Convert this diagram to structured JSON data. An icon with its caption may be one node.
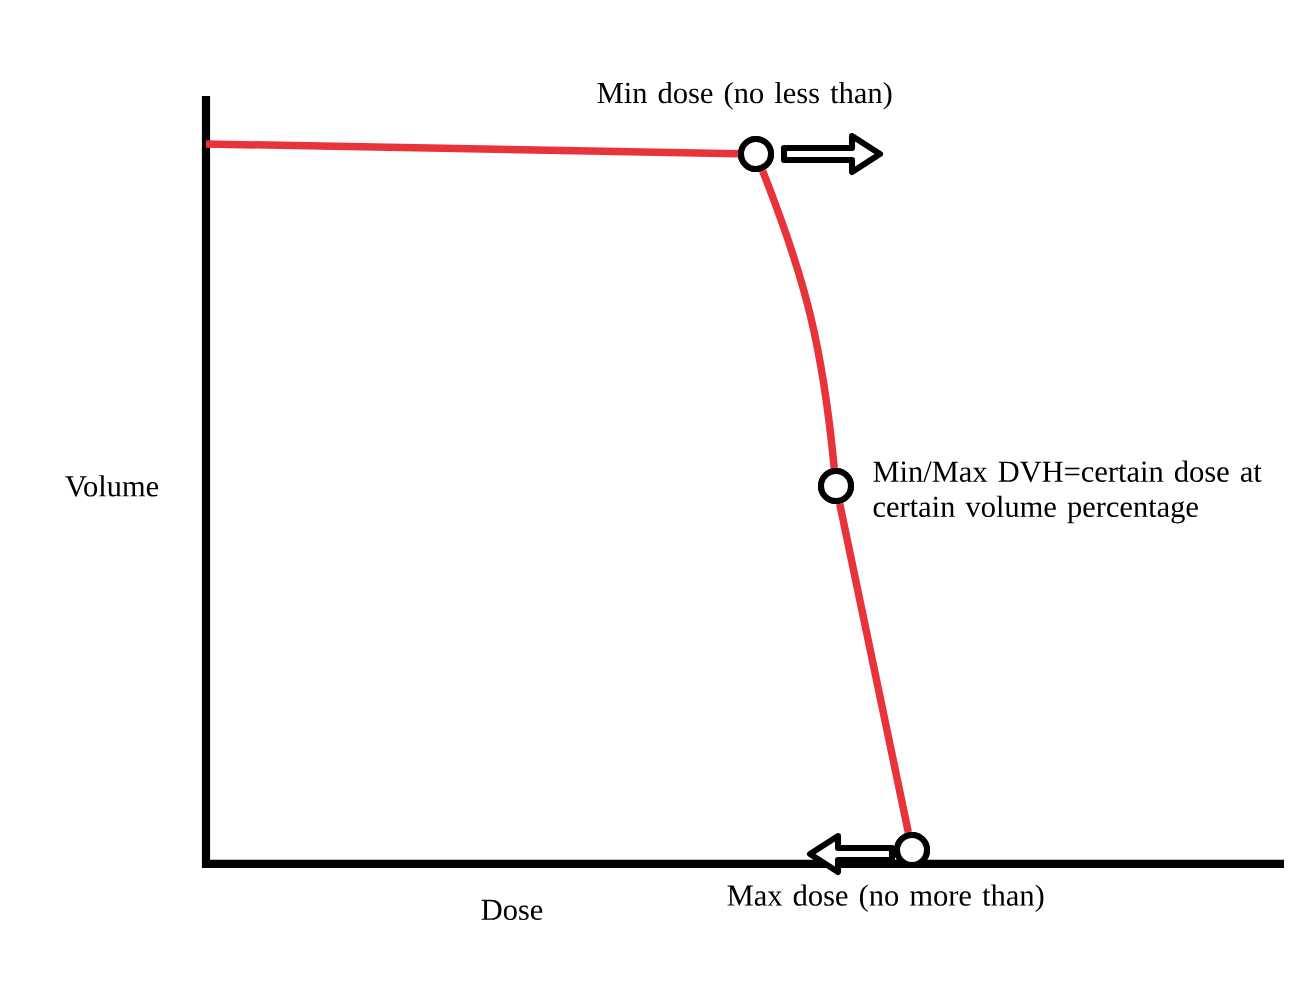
{
  "diagram": {
    "nodes": [
      {
        "text": [],
        "shape": "circle",
        "beside": [
          "Min dose (no less than)"
        ]
      },
      {
        "text": [],
        "shape": "circle",
        "beside": [
          "Min/Max DVH=certain dose at certain volume percentage"
        ]
      },
      {
        "text": [],
        "shape": "circle",
        "beside": [
          "Max dose (no more than)"
        ]
      }
    ],
    "edges": [
      {
        "from": null,
        "to": 0,
        "arrow": "none"
      },
      {
        "from": 0,
        "to": 1,
        "arrow": "none"
      },
      {
        "from": 1,
        "to": 2,
        "arrow": "none"
      }
    ],
    "labels": [
      "Volume",
      "Dose"
    ]
  }
}
